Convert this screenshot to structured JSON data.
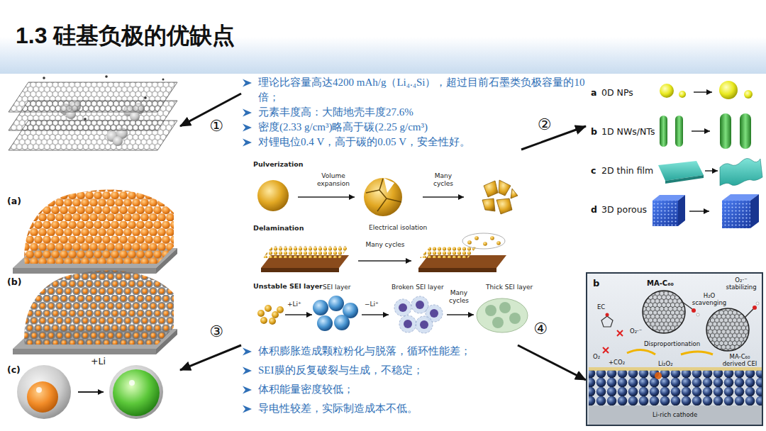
{
  "diagram": {
    "title": "1.3 硅基负极的优缺点",
    "nodes": [
      {
        "text": [
          "理论比容量高达4200 mAh/g（Li₄.₄Si），超过目前石墨类负极容量的10倍；",
          "元素丰度高：大陆地壳丰度27.6%",
          "密度(2.33 g/cm³)略高于碳(2.25 g/cm³)",
          "对锂电位0.4 V，高于碳的0.05 V，安全性好。"
        ]
      },
      {
        "text": [
          "a",
          "0D NPs",
          "b",
          "1D NWs/NTs",
          "c",
          "2D thin film",
          "d",
          "3D porous"
        ]
      },
      {
        "text": [
          "(a)",
          "(b)",
          "(c)",
          "+Li"
        ]
      },
      {
        "text": [
          "体积膨胀造成颗粒粉化与脱落，循环性能差；",
          "SEI膜的反复破裂与生成，不稳定；",
          "体积能量密度较低；",
          "导电性较差，实际制造成本不低。"
        ]
      },
      {
        "text": [
          "b",
          "MA-C₆₀",
          "H₂O scavenging",
          "O₂·⁻ stabilizing",
          "EC",
          "O₂·⁻",
          "O₂",
          "+CO₂",
          "Disproportionation",
          "Li₂O₂",
          "MA-C₆₀ derived CEI",
          "Li-rich cathode"
        ]
      }
    ],
    "edges": [
      {
        "from": 0,
        "to": 2,
        "label": "①",
        "arrow": "to"
      },
      {
        "from": 0,
        "to": 1,
        "label": "②",
        "arrow": "to"
      },
      {
        "from": 3,
        "to": 2,
        "label": "③",
        "arrow": "to"
      },
      {
        "from": 3,
        "to": 4,
        "label": "④",
        "arrow": "to"
      }
    ],
    "labels": [
      "Pulverization",
      "Volume expansion",
      "Many cycles",
      "Delamination",
      "Electrical isolation",
      "Many cycles",
      "Unstable SEI layer",
      "+Li⁺",
      "SEI layer",
      "Broken SEI layer",
      "−Li⁺",
      "Many cycles",
      "Thick SEI layer"
    ]
  }
}
